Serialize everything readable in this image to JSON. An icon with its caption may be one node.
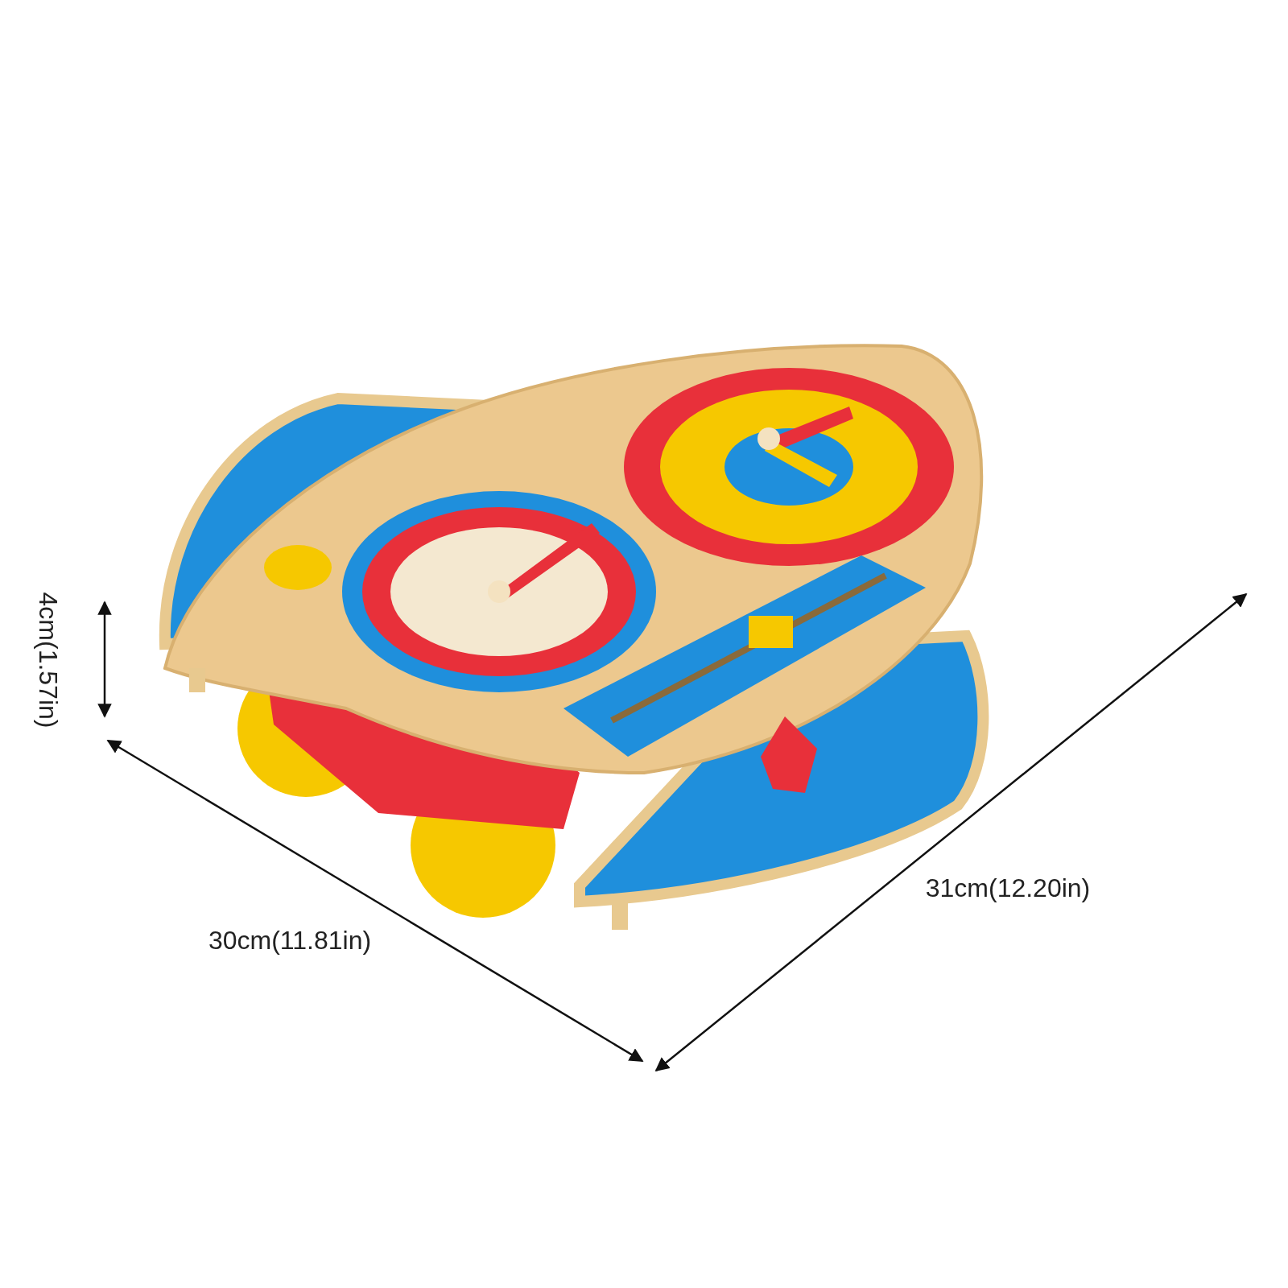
{
  "diagram": {
    "labels": [
      "4cm(1.57in)",
      "30cm(11.81in)",
      "31cm(12.20in)"
    ]
  }
}
